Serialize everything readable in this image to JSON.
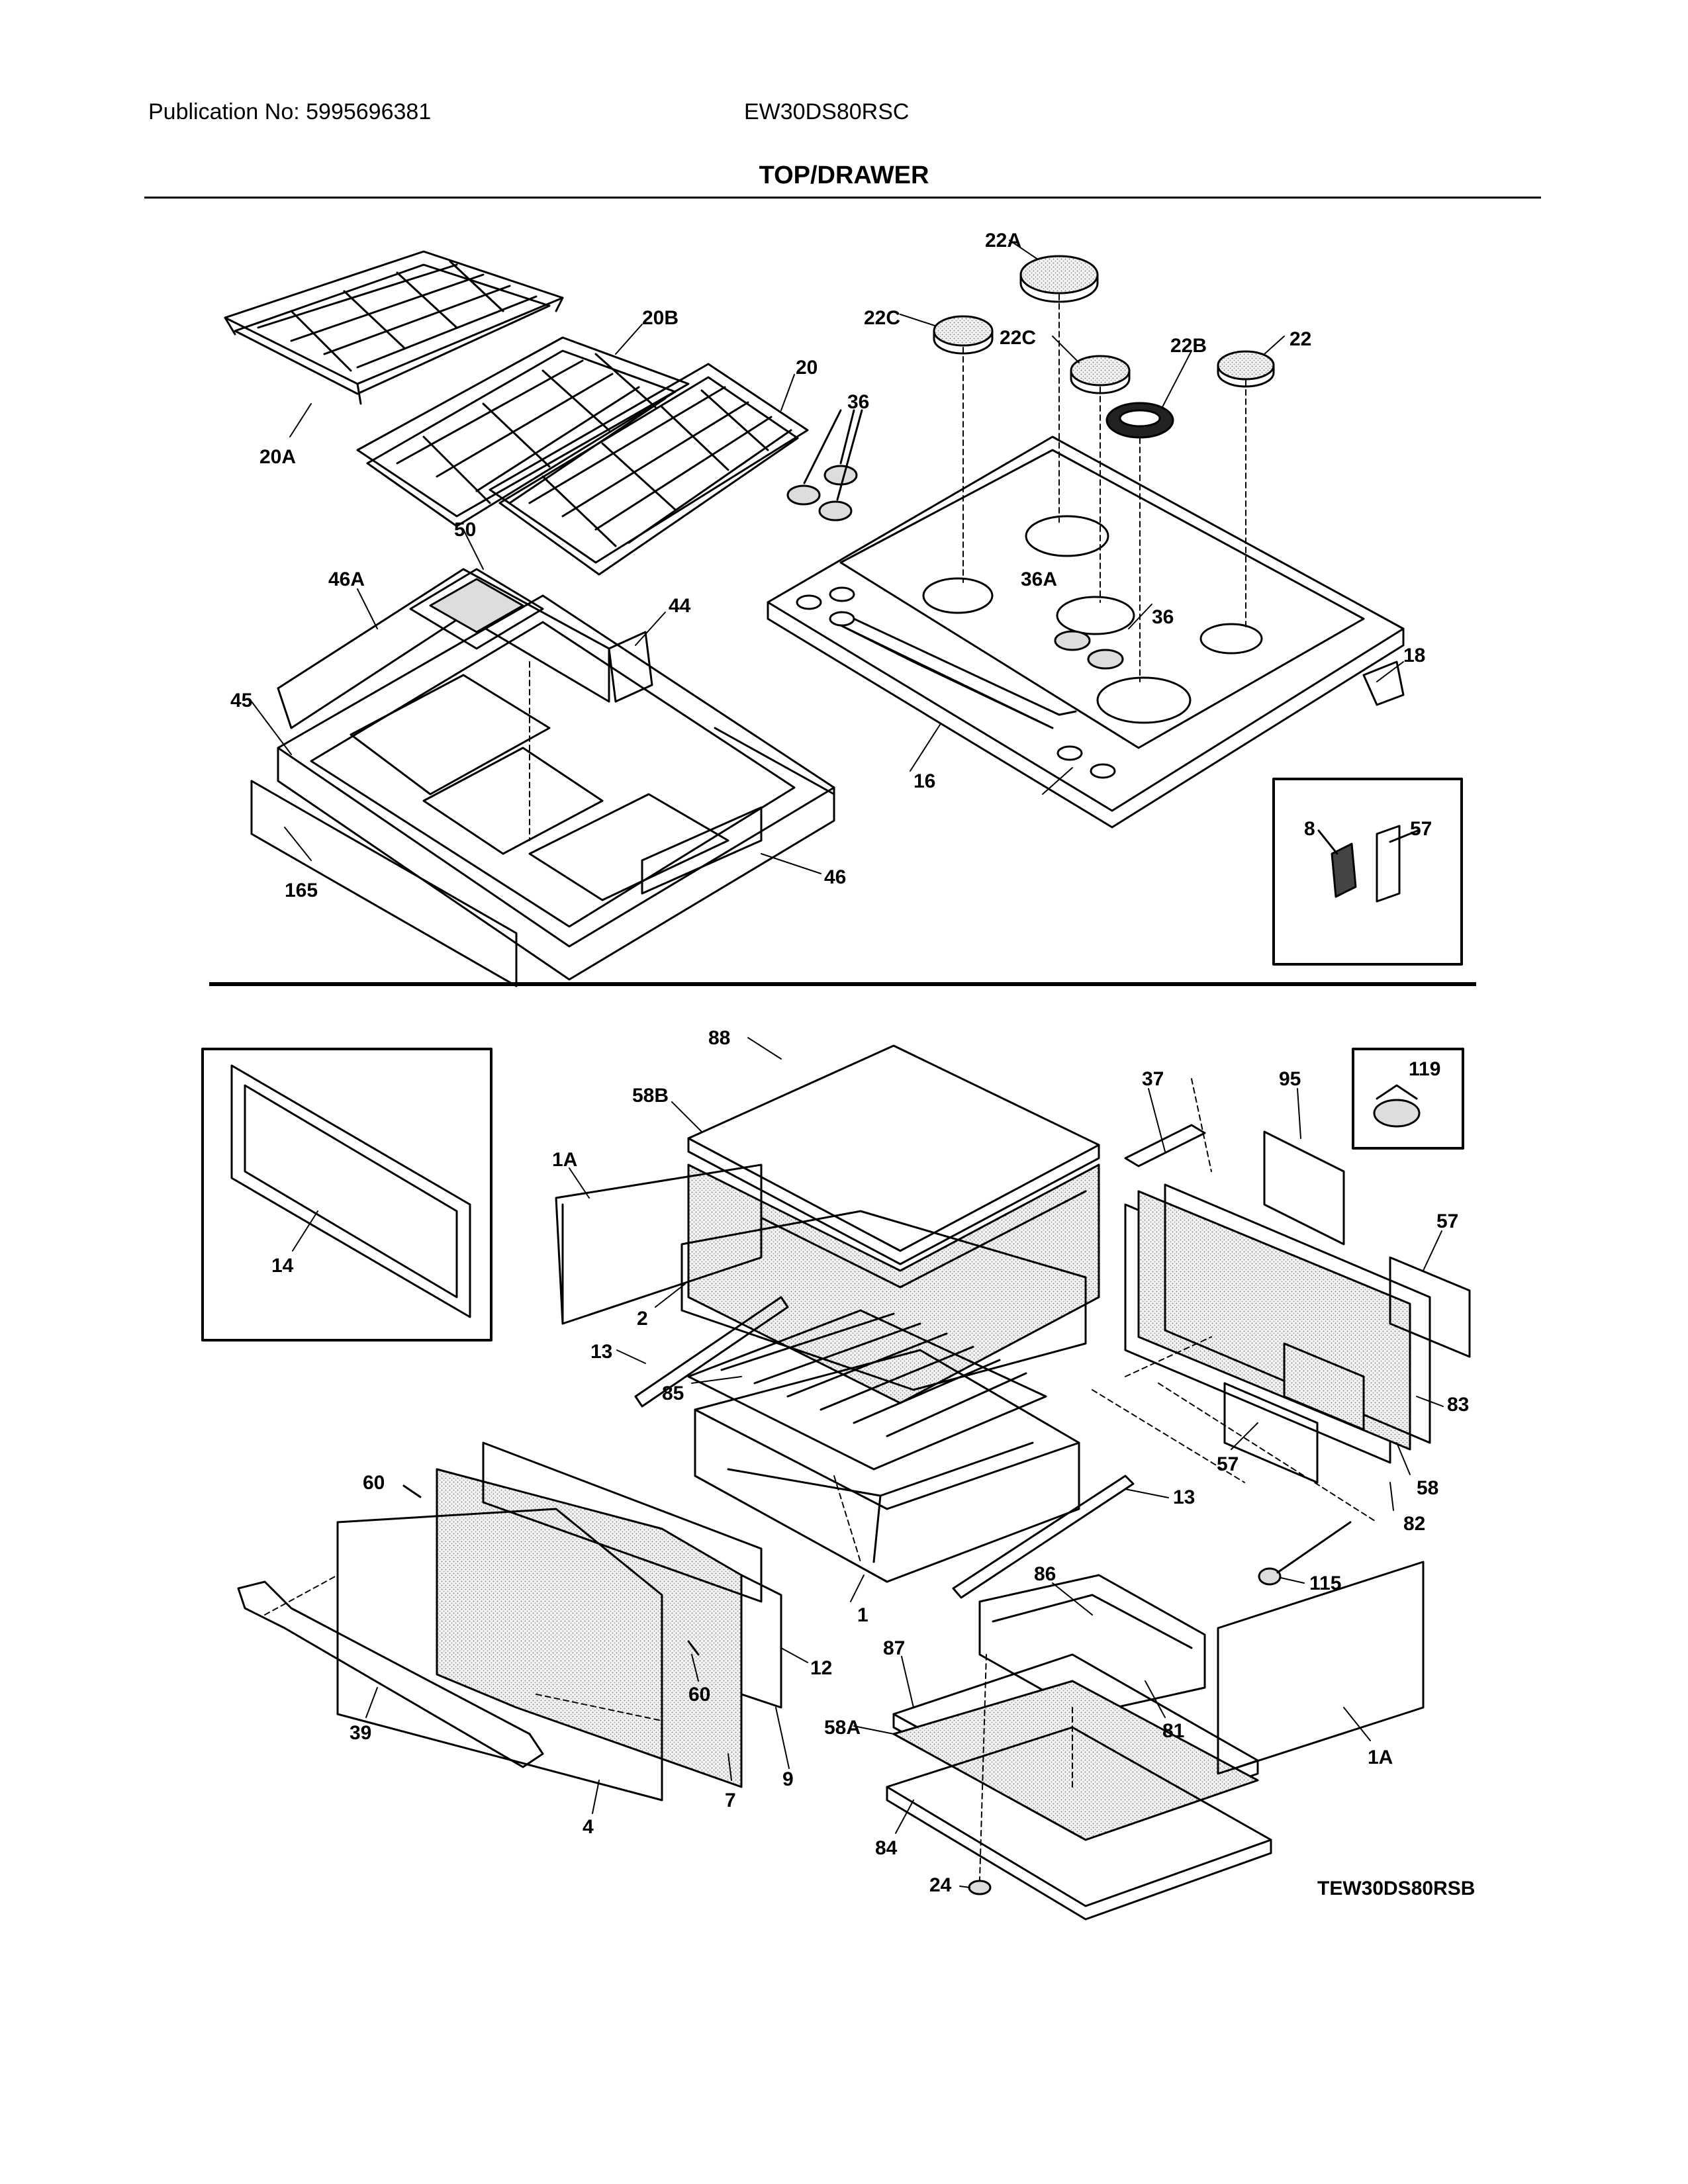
{
  "header": {
    "publication": "Publication No: 5995696381",
    "model": "EW30DS80RSC",
    "title": "TOP/DRAWER"
  },
  "diagram_ref": "TEW30DS80RSB",
  "callouts": {
    "c22A": "22A",
    "c22C_left": "22C",
    "c22C_right": "22C",
    "c22B": "22B",
    "c22": "22",
    "c20B": "20B",
    "c20": "20",
    "c20A": "20A",
    "c36_top": "36",
    "c36A": "36A",
    "c36_right": "36",
    "c50": "50",
    "c46A": "46A",
    "c44": "44",
    "c45": "45",
    "c16": "16",
    "c18": "18",
    "c165": "165",
    "c46": "46",
    "c8": "8",
    "c57_inset": "57",
    "c88": "88",
    "c58B": "58B",
    "c1A_left": "1A",
    "c37": "37",
    "c95": "95",
    "c119": "119",
    "c14": "14",
    "c2": "2",
    "c57_right": "57",
    "c13_left": "13",
    "c85": "85",
    "c83": "83",
    "c57_lower": "57",
    "c58": "58",
    "c82": "82",
    "c60_top": "60",
    "c13_right": "13",
    "c1": "1",
    "c115": "115",
    "c86": "86",
    "c12": "12",
    "c87": "87",
    "c60_lower": "60",
    "c58A": "58A",
    "c81": "81",
    "c39": "39",
    "c9": "9",
    "c1A_right": "1A",
    "c7": "7",
    "c4": "4",
    "c84": "84",
    "c24": "24"
  }
}
